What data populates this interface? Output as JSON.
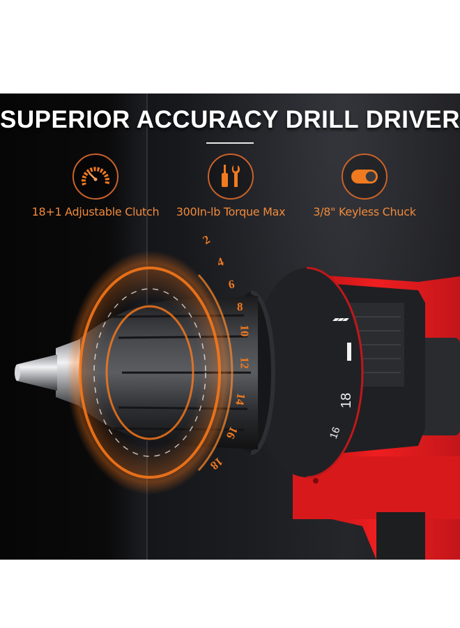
{
  "banner": {
    "title": "SUPERIOR ACCURACY DRILL DRIVER",
    "accent_color": "#f08a3c",
    "background_color": "#1c1d21"
  },
  "features": [
    {
      "icon": "speedometer-gauge-icon",
      "label": "18+1 Adjustable Clutch"
    },
    {
      "icon": "screwdriver-wrench-icon",
      "label": "300In-lb Torque Max"
    },
    {
      "icon": "toggle-switch-icon",
      "label": "3/8\" Keyless Chuck"
    }
  ],
  "clutch_scale": {
    "orange_numbers": [
      "2",
      "4",
      "6",
      "8",
      "10",
      "12",
      "14",
      "16",
      "18"
    ],
    "collar_markings": [
      "drill-mode-bars",
      "—",
      "18",
      "16"
    ]
  },
  "product": {
    "name": "Drill driver",
    "body_color": "#d4171a",
    "chuck_color": "#2a2b2e"
  }
}
